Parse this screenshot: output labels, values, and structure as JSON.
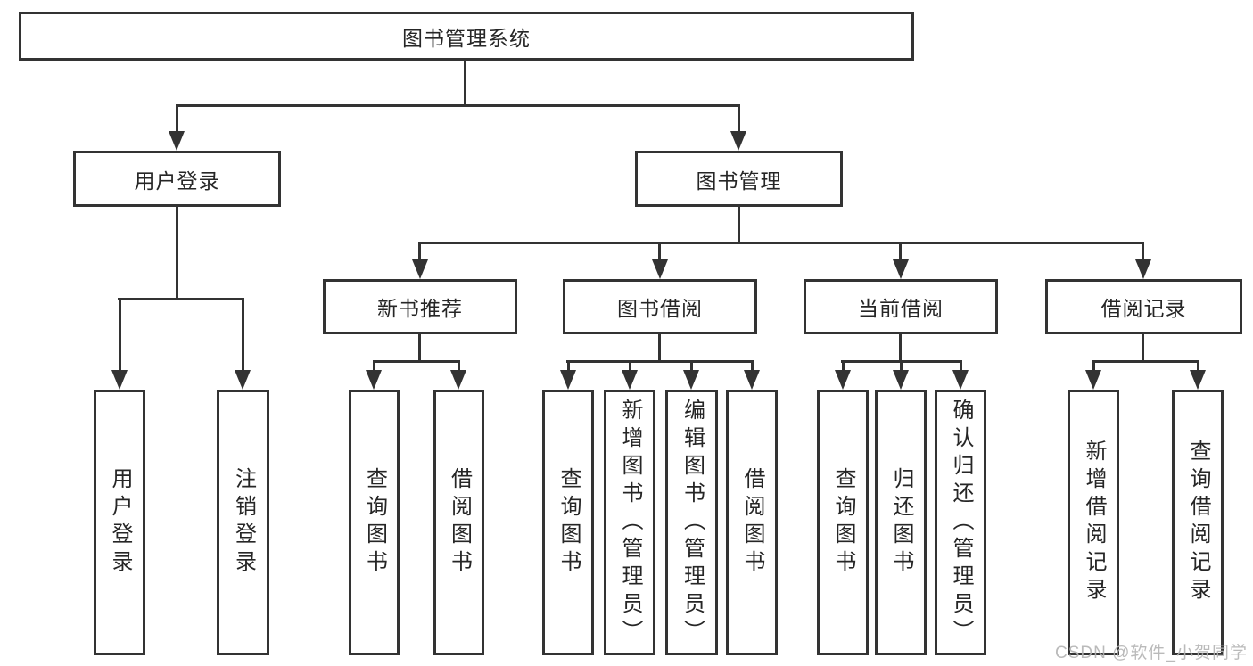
{
  "nodes": {
    "root": "图书管理系统",
    "user_login": "用户登录",
    "book_mgmt": "图书管理",
    "login": "用户登录",
    "logout": "注销登录",
    "new_book_rec": "新书推荐",
    "book_borrow": "图书借阅",
    "current_borrow": "当前借阅",
    "borrow_record": "借阅记录",
    "nbr_query_book": "查询图书",
    "nbr_borrow_book": "借阅图书",
    "bb_query_book": "查询图书",
    "bb_add_book": "新增图书（管理员）",
    "bb_edit_book": "编辑图书（管理员）",
    "bb_borrow_book": "借阅图书",
    "cb_query_book": "查询图书",
    "cb_return_book": "归还图书",
    "cb_confirm_return": "确认归还（管理员）",
    "br_add_record": "新增借阅记录",
    "br_query_record": "查询借阅记录"
  },
  "watermark": "CSDN @软件_小贺同学",
  "colors": {
    "line": "#333333",
    "text": "#262626",
    "watermark": "#b3b3b3",
    "background": "#ffffff"
  }
}
